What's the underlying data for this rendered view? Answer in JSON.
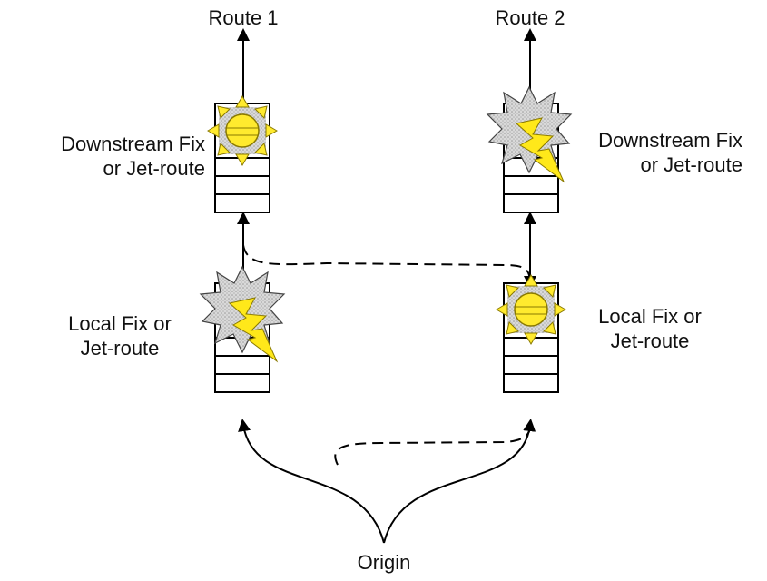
{
  "labels": {
    "route1": "Route 1",
    "route2": "Route 2",
    "downstream_left_line1": "Downstream Fix",
    "downstream_left_line2": "or Jet-route",
    "downstream_right_line1": "Downstream Fix",
    "downstream_right_line2": "or Jet-route",
    "local_left_line1": "Local Fix or",
    "local_left_line2": "Jet-route",
    "local_right_line1": "Local Fix or",
    "local_right_line2": "Jet-route",
    "origin": "Origin"
  },
  "nodes": {
    "downstream_left": {
      "weather": "sun-icon"
    },
    "downstream_right": {
      "weather": "storm-icon"
    },
    "local_left": {
      "weather": "storm-icon"
    },
    "local_right": {
      "weather": "sun-icon"
    }
  },
  "colors": {
    "sun": "#ffea2e",
    "sun_outline": "#8a7a00",
    "storm_cloud": "#d8d8d8",
    "lightning": "#ffe81a",
    "line": "#000000"
  }
}
